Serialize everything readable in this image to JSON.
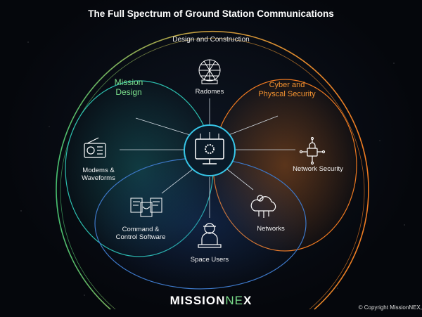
{
  "title": "The Full Spectrum of Ground Station Communications",
  "outer_ring_label": "Design and Construction",
  "segments": {
    "mission_design": [
      "Mission",
      "Design"
    ],
    "cyber_security": [
      "Cyber and",
      "Physcal Security"
    ]
  },
  "nodes": {
    "radomes": "Radomes",
    "modems": [
      "Modems &",
      "Waveforms"
    ],
    "network_security": "Network Security",
    "command_control": [
      "Command &",
      "Control Software"
    ],
    "networks": "Networks",
    "space_users": "Space Users"
  },
  "logo": {
    "part1": "MISSION",
    "part2": "NE",
    "part3": "X"
  },
  "copyright": "© Copyright MissionNEX,",
  "colors": {
    "green": "#7be08c",
    "orange": "#f39230",
    "blue": "#3d78c8",
    "cyan": "#37c6e8"
  }
}
